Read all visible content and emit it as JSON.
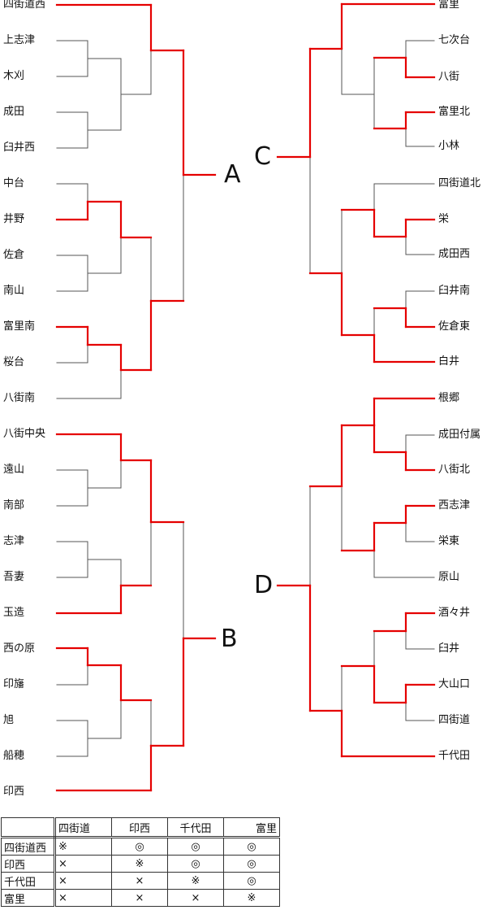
{
  "colors": {
    "winner_line": "#e50000",
    "line": "#555555"
  },
  "blocks": {
    "a": "A",
    "b": "B",
    "c": "C",
    "d": "D"
  },
  "block_a": [
    "四街道西",
    "上志津",
    "木刈",
    "成田",
    "臼井西",
    "中台",
    "井野",
    "佐倉",
    "南山",
    "富里南",
    "桜台",
    "八街南"
  ],
  "block_b": [
    "八街中央",
    "遠山",
    "南部",
    "志津",
    "吾妻",
    "玉造",
    "西の原",
    "印旛",
    "旭",
    "船穂",
    "印西"
  ],
  "block_c": [
    "富里",
    "七次台",
    "八街",
    "富里北",
    "小林",
    "四街道北",
    "栄",
    "成田西",
    "臼井南",
    "佐倉東",
    "白井"
  ],
  "block_d": [
    "根郷",
    "成田付属",
    "八街北",
    "西志津",
    "栄東",
    "原山",
    "酒々井",
    "臼井",
    "大山口",
    "四街道",
    "千代田"
  ],
  "results": {
    "columns": [
      "四街道",
      "印西",
      "千代田",
      "富里"
    ],
    "rows": [
      {
        "team": "四街道西",
        "cells": [
          "※",
          "◎",
          "◎",
          "◎"
        ]
      },
      {
        "team": "印西",
        "cells": [
          "×",
          "※",
          "◎",
          "◎"
        ]
      },
      {
        "team": "千代田",
        "cells": [
          "×",
          "×",
          "※",
          "◎"
        ]
      },
      {
        "team": "富里",
        "cells": [
          "×",
          "×",
          "×",
          "※"
        ]
      }
    ]
  }
}
